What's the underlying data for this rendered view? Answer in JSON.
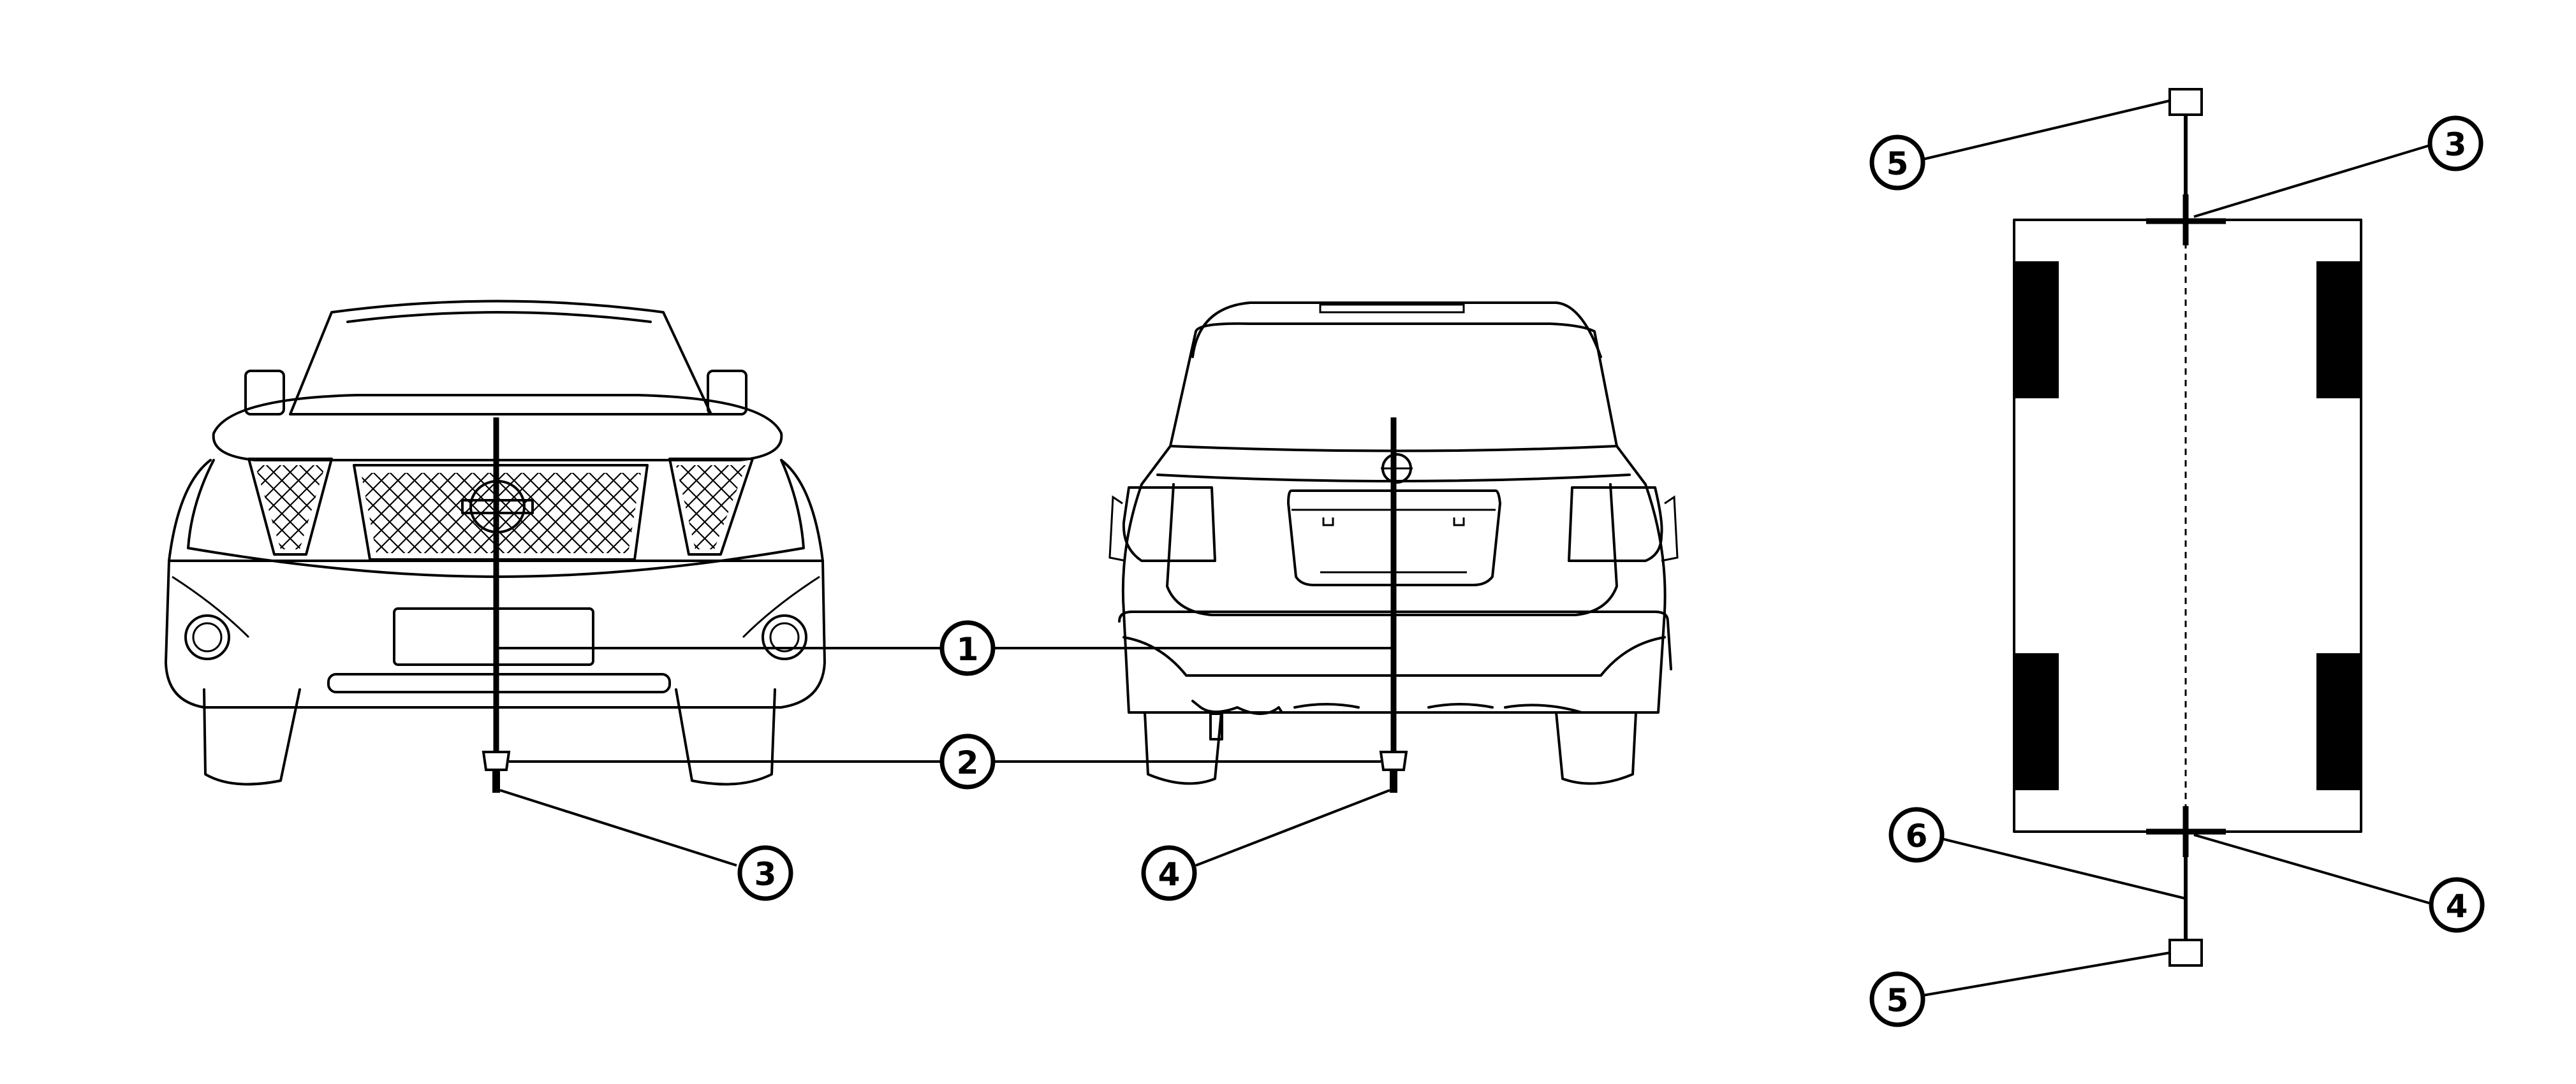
{
  "callouts": {
    "c1": "1",
    "c2": "2",
    "c3_front": "3",
    "c4_rear": "4",
    "c5_top": "5",
    "c3_plan": "3",
    "c6": "6",
    "c4_plan": "4",
    "c5_bottom": "5"
  }
}
